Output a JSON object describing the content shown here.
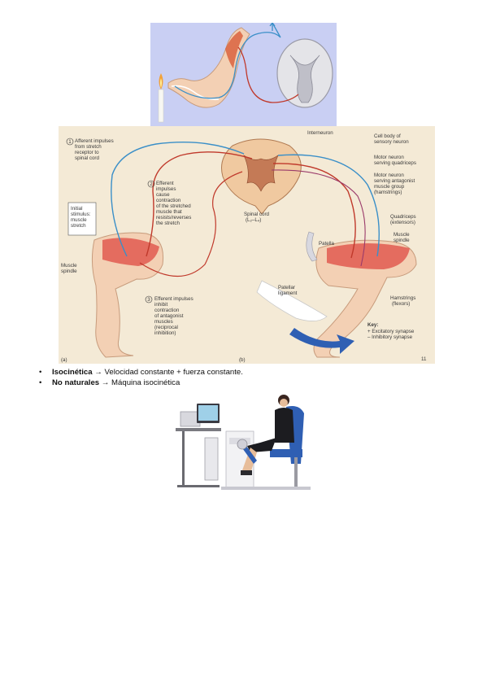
{
  "reflex_figure": {
    "labels": {
      "l1": "Afferent impulses",
      "l2": "from stretch",
      "l3": "receptor to",
      "l4": "spinal cord",
      "e1": "Efferent",
      "e2": "impulses",
      "e3": "cause",
      "e4": "contraction",
      "e5": "of the stretched",
      "e6": "muscle that",
      "e7": "resists/reverses",
      "e8": "the stretch",
      "i1": "Initial",
      "i2": "stimulus:",
      "i3": "muscle",
      "i4": "stretch",
      "ms1": "Muscle",
      "ms2": "spindle",
      "n1": "Efferent impulses",
      "n2": "inhibit",
      "n3": "contraction",
      "n4": "of antagonist",
      "n5": "muscles",
      "n6": "(reciprocal",
      "n7": "inhibition)",
      "sc1": "Spinal cord",
      "sc2": "(L₂–L₄)",
      "inter": "Interneuron",
      "cb1": "Cell body of",
      "cb2": "sensory neuron",
      "mq1": "Motor neuron",
      "mq2": "serving quadriceps",
      "ma1": "Motor neuron",
      "ma2": "serving antagonist",
      "ma3": "muscle group",
      "ma4": "(hamstrings)",
      "q1": "Quadriceps",
      "q2": "(extensors)",
      "rs1": "Muscle",
      "rs2": "spindle",
      "pat": "Patella",
      "pl1": "Patellar",
      "pl2": "ligament",
      "h1": "Hamstrings",
      "h2": "(flexors)",
      "key": "Key:",
      "k1": "+ Excitatory synapse",
      "k2": "– Inhibitory synapse",
      "a": "(a)",
      "b": "(b)",
      "pg": "11",
      "c1": "1",
      "c2": "2",
      "c3": "3"
    }
  },
  "bullets": [
    {
      "term": "Isocinética",
      "arrow": "→",
      "text": " Velocidad constante + fuerza constante.",
      "dot": "•"
    },
    {
      "term": "No naturales",
      "arrow": "→",
      "text": " Máquina isocinética",
      "dot": "•"
    }
  ],
  "colors": {
    "top_bg": "#c9cff3",
    "reflex_bg": "#f4ead6",
    "afferent": "#3a8fc8",
    "efferent": "#c0392b",
    "skin": "#f3d0b4",
    "machine_blue": "#2f5fb3"
  }
}
